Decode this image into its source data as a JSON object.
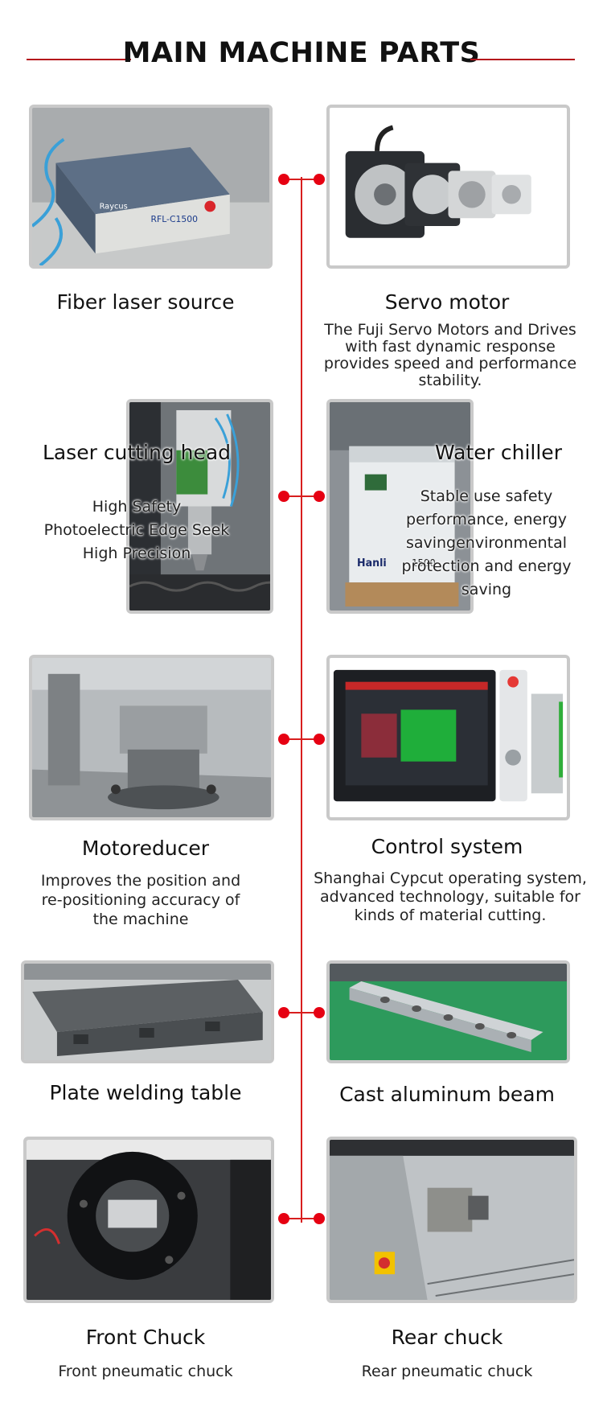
{
  "header": {
    "title": "MAIN MACHINE PARTS"
  },
  "parts": {
    "fiber_laser_source": {
      "title": "Fiber laser source"
    },
    "servo_motor": {
      "title": "Servo motor",
      "desc": [
        "The Fuji Servo Motors and Drives",
        "with fast dynamic response",
        "provides speed and performance",
        "stability."
      ]
    },
    "laser_cutting_head": {
      "title": "Laser cutting head",
      "desc": [
        "High Safety",
        "Photoelectric Edge Seek",
        "High Precision"
      ]
    },
    "water_chiller": {
      "title": "Water chiller",
      "desc": [
        "Stable use safety",
        "performance, energy",
        "savingenvironmental",
        "protection and energy",
        "saving"
      ]
    },
    "motoreducer": {
      "title": "Motoreducer",
      "desc": [
        "Improves the position and",
        "re-positioning accuracy of",
        "the machine"
      ]
    },
    "control_system": {
      "title": "Control system",
      "desc": [
        "Shanghai Cypcut operating system,",
        "advanced technology, suitable for",
        "kinds of material cutting."
      ]
    },
    "plate_welding_table": {
      "title": "Plate welding table"
    },
    "cast_aluminum_beam": {
      "title": "Cast aluminum beam"
    },
    "front_chuck": {
      "title": "Front Chuck",
      "desc": "Front pneumatic chuck"
    },
    "rear_chuck": {
      "title": "Rear chuck",
      "desc": "Rear pneumatic chuck"
    }
  },
  "image_labels": {
    "laser_brand": "Raycus",
    "laser_model": "RFL-C1500",
    "chiller_brand": "Hanli",
    "chiller_model": "1500"
  },
  "colors": {
    "accent": "#e60012",
    "line": "#d81e1e",
    "frame": "#c9c9c9"
  }
}
